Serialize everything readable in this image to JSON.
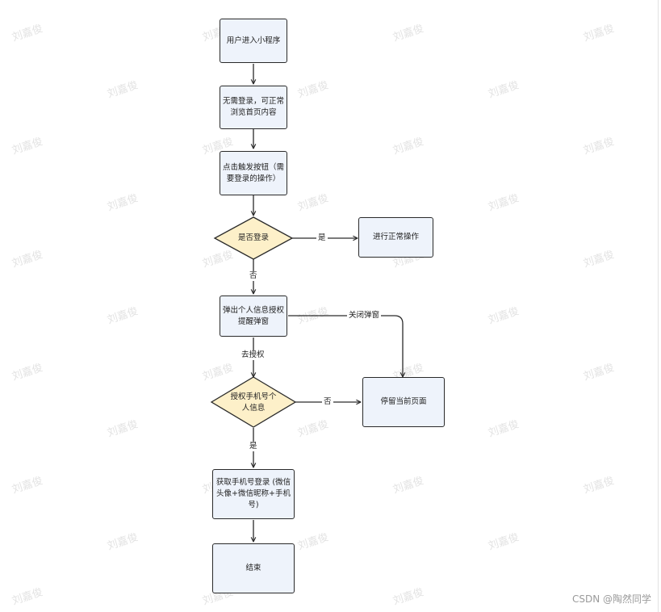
{
  "watermark": "刘嘉俊",
  "footer": {
    "credit": "CSDN @陶然同学"
  },
  "nodes": {
    "start": "用户进入小程序",
    "browse": "无需登录，可正常浏览首页内容",
    "trigger": "点击触发按钮（需要登录的操作）",
    "check_login": "是否登录",
    "normal_op": "进行正常操作",
    "auth_popup": "弹出个人信息授权提醒弹窗",
    "auth_phone": "授权手机号个人信息",
    "stay_page": "停留当前页面",
    "get_phone_login": "获取手机号登录 (微信头像+微信昵称+手机号)",
    "end": "结束"
  },
  "edges": {
    "yes_normal": "是",
    "no_login": "否",
    "close_popup": "关闭弹窗",
    "go_auth": "去授权",
    "no_auth": "否",
    "yes_auth": "是"
  },
  "colors": {
    "process_fill": "#eef3fb",
    "decision_fill": "#fdf0c9",
    "stroke": "#2a2a2a",
    "watermark": "#e3e3e3"
  }
}
